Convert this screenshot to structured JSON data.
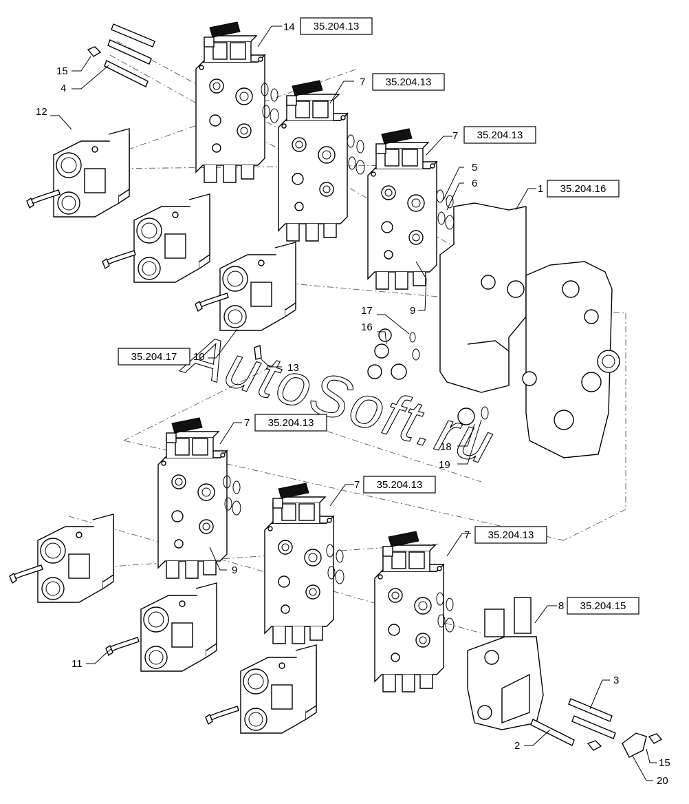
{
  "watermark": "AutoSoft.ru",
  "item_numbers": {
    "n1": "1",
    "n2": "2",
    "n3": "3",
    "n4": "4",
    "n5": "5",
    "n6": "6",
    "n7": "7",
    "n8": "8",
    "n9": "9",
    "n10": "10",
    "n11": "11",
    "n12": "12",
    "n13": "13",
    "n14": "14",
    "n15": "15",
    "n16": "16",
    "n17": "17",
    "n18": "18",
    "n19": "19",
    "n20": "20"
  },
  "references": {
    "r_35_204_13": "35.204.13",
    "r_35_204_16": "35.204.16",
    "r_35_204_17": "35.204.17",
    "r_35_204_15": "35.204.15"
  }
}
